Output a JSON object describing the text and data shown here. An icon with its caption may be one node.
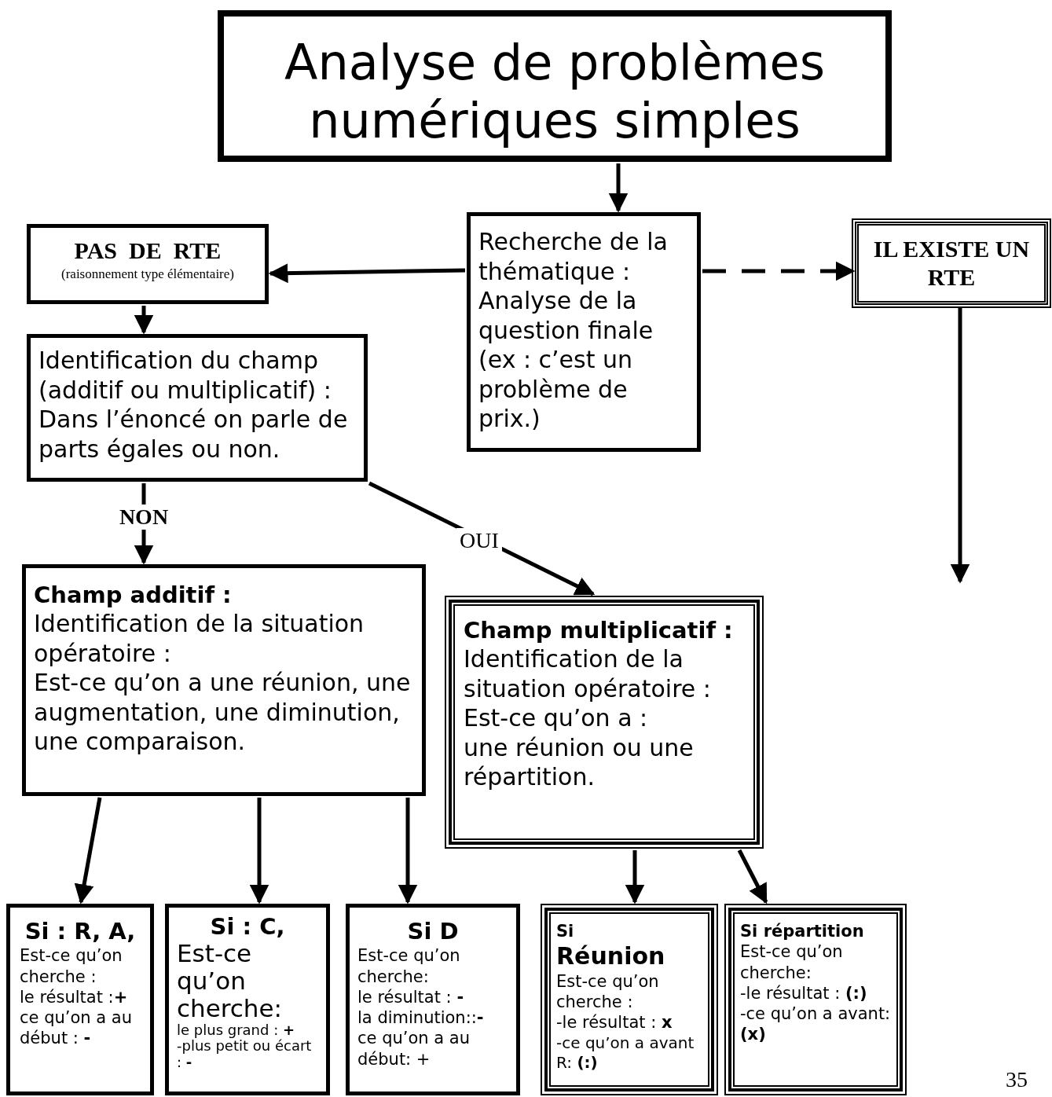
{
  "diagram": {
    "nodes": [
      {
        "text": [
          "Analyse de problèmes numériques simples"
        ]
      },
      {
        "text": [
          "Recherche de la thématique : Analyse de la question finale (ex : c’est un problème de prix.)"
        ]
      },
      {
        "text": [
          "PAS  DE  RTE",
          "(raisonnement type élémentaire)"
        ]
      },
      {
        "text": [
          "IL EXISTE UN RTE"
        ]
      },
      {
        "text": [
          "Identification du champ (additif ou multiplicatif) : Dans l’énoncé on parle de parts égales ou non."
        ]
      },
      {
        "text": [
          "Champ additif :",
          "Identification de la situation opératoire :",
          "Est-ce qu’on a une réunion, une augmentation, une diminution, une comparaison."
        ]
      },
      {
        "text": [
          "Champ multiplicatif :",
          "Identification de la situation opératoire :",
          "Est-ce qu’on a :",
          "une réunion ou une répartition."
        ]
      },
      {
        "text": [
          "Si : R, A,",
          "Est-ce qu’on cherche :",
          "le résultat :**+**",
          "ce qu’on a au début : **-**"
        ]
      },
      {
        "text": [
          "Si : C,",
          "Est-ce qu’on cherche:",
          "le plus grand : **+**",
          "-plus petit ou écart : **-**"
        ]
      },
      {
        "text": [
          "Si D",
          "Est-ce qu’on cherche:",
          "le résultat : **-**",
          "la diminution::**-**",
          "ce qu’on a au début: +"
        ]
      },
      {
        "text": [
          "Si",
          "Réunion",
          "Est-ce qu’on cherche :",
          "-le résultat : **x**",
          "-ce qu’on a avant R: **(:)**"
        ]
      },
      {
        "text": [
          "Si répartition",
          "Est-ce qu’on cherche:",
          "-le résultat : **(:)**",
          "-ce qu’on a avant: **(x)**"
        ]
      }
    ],
    "edges": [
      {
        "from": 0,
        "to": 1,
        "arrow": "to"
      },
      {
        "from": 1,
        "to": 2,
        "arrow": "to"
      },
      {
        "from": 1,
        "to": 3,
        "arrow": "to",
        "style": "dashed"
      },
      {
        "from": 3,
        "to": null,
        "arrow": "to"
      },
      {
        "from": 2,
        "to": 4,
        "arrow": "to"
      },
      {
        "from": 4,
        "to": 5,
        "arrow": "to",
        "label": "NON"
      },
      {
        "from": 4,
        "to": 6,
        "arrow": "to",
        "label": "OUI"
      },
      {
        "from": 5,
        "to": 7,
        "arrow": "to"
      },
      {
        "from": 5,
        "to": 8,
        "arrow": "to"
      },
      {
        "from": 5,
        "to": 9,
        "arrow": "to"
      },
      {
        "from": 6,
        "to": 10,
        "arrow": "to"
      },
      {
        "from": 6,
        "to": 11,
        "arrow": "to"
      }
    ],
    "labels": [
      "35"
    ]
  }
}
